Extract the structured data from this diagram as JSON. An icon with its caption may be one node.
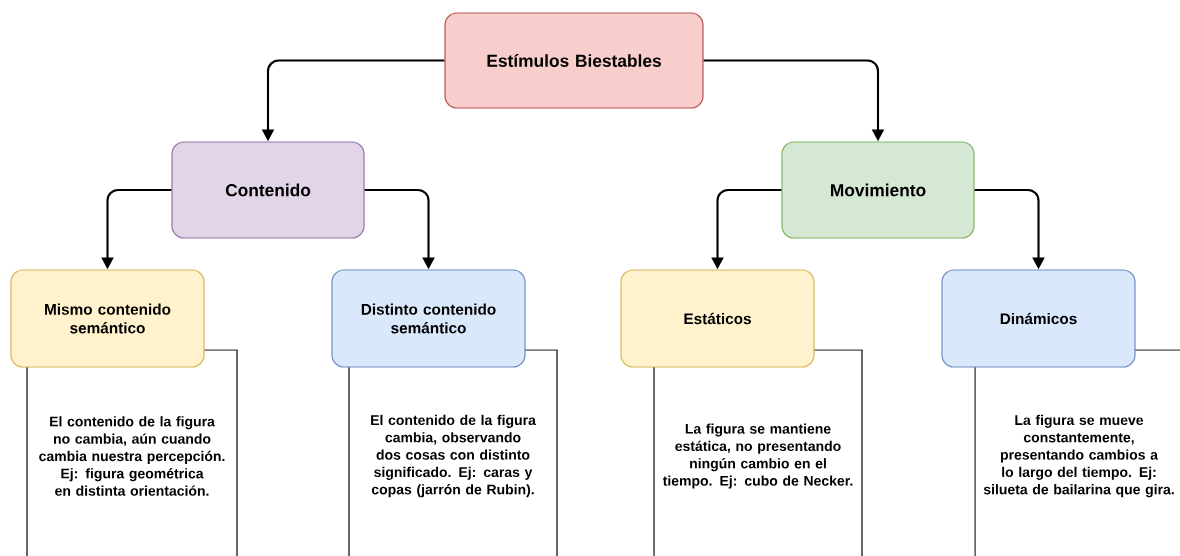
{
  "diagram": {
    "nodes": [
      {
        "text": [
          "Estímulos Biestables"
        ]
      },
      {
        "text": [
          "Contenido"
        ]
      },
      {
        "text": [
          "Movimiento"
        ]
      },
      {
        "text": [
          "Mismo contenido semántico"
        ]
      },
      {
        "text": [
          "El contenido de la figura no cambia, aún cuando cambia nuestra percepción. Ej: figura geométrica en distinta orientación."
        ]
      },
      {
        "text": [
          "Distinto contenido semántico"
        ]
      },
      {
        "text": [
          "El contenido de la figura cambia, observando dos cosas con distinto significado. Ej: caras y copas (jarrón de Rubin)."
        ]
      },
      {
        "text": [
          "Estáticos"
        ]
      },
      {
        "text": [
          "La figura se mantiene estática, no presentando ningún cambio en el tiempo. Ej: cubo de Necker."
        ]
      },
      {
        "text": [
          "Dinámicos"
        ]
      },
      {
        "text": [
          "La figura se mueve constantemente, presentando cambios a lo largo del tiempo. Ej: silueta de bailarina que gira."
        ]
      }
    ],
    "edges": [
      {
        "from": 0,
        "to": 1,
        "arrow": "to"
      },
      {
        "from": 0,
        "to": 2,
        "arrow": "to"
      },
      {
        "from": 1,
        "to": 3,
        "arrow": "to"
      },
      {
        "from": 1,
        "to": 5,
        "arrow": "to"
      },
      {
        "from": 2,
        "to": 7,
        "arrow": "to"
      },
      {
        "from": 2,
        "to": 9,
        "arrow": "to"
      }
    ]
  }
}
